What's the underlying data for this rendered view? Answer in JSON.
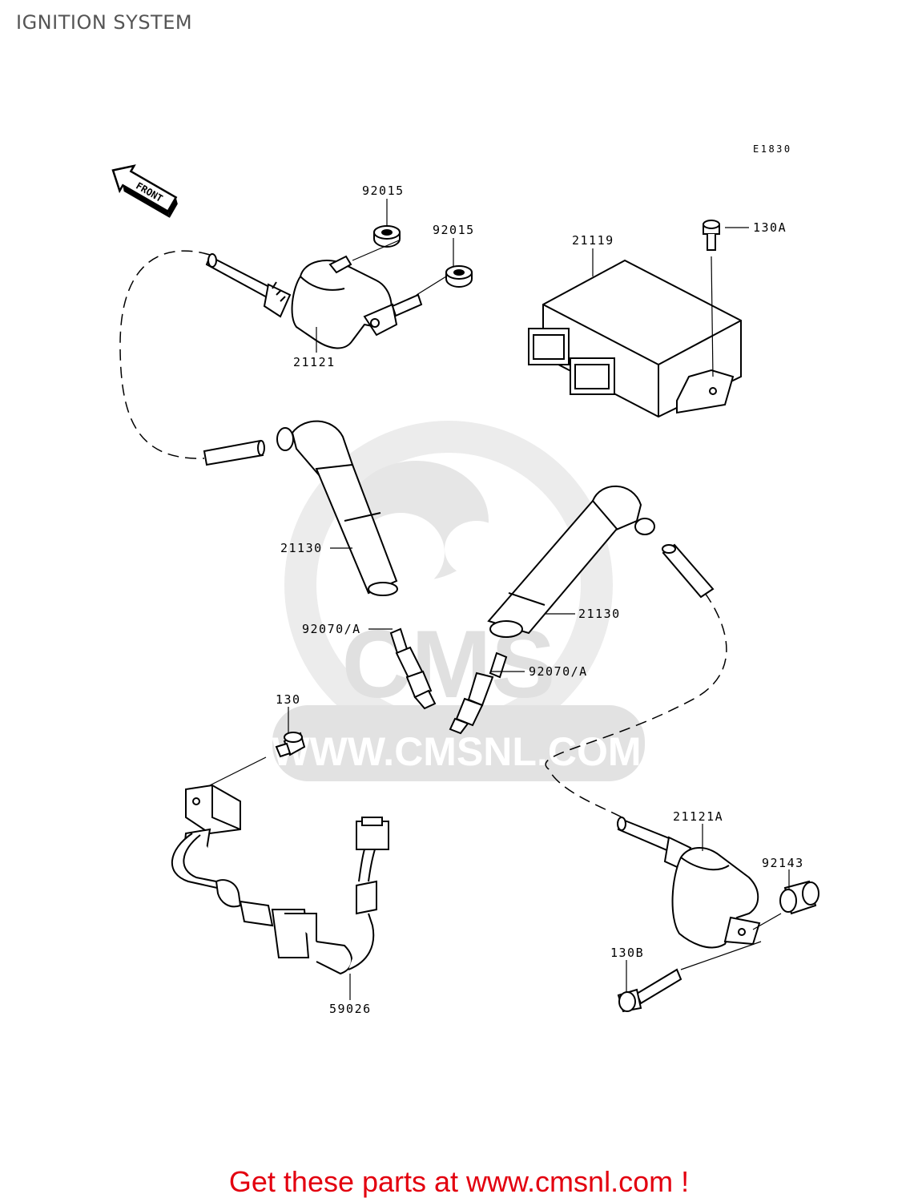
{
  "page": {
    "title": "IGNITION SYSTEM"
  },
  "diagram": {
    "figure_code": "E1830",
    "front_label": "FRONT",
    "callouts": {
      "nut_1": "92015",
      "nut_2": "92015",
      "ignitor": "21119",
      "bolt_ignitor": "130A",
      "coil_upper": "21121",
      "cap_left": "21130",
      "cap_right": "21130",
      "plug_left": "92070/A",
      "plug_right": "92070/A",
      "bolt_sensor": "130",
      "coil_lower": "21121A",
      "collar": "92143",
      "bolt_coil": "130B",
      "pickup": "59026"
    }
  },
  "watermark": {
    "text": "WWW.CMSNL.COM",
    "logo": "CMS"
  },
  "footer": {
    "text": "Get these parts at www.cmsnl.com !"
  },
  "colors": {
    "footer": "#e3000f",
    "line": "#000000",
    "watermark": "#dddddd"
  }
}
